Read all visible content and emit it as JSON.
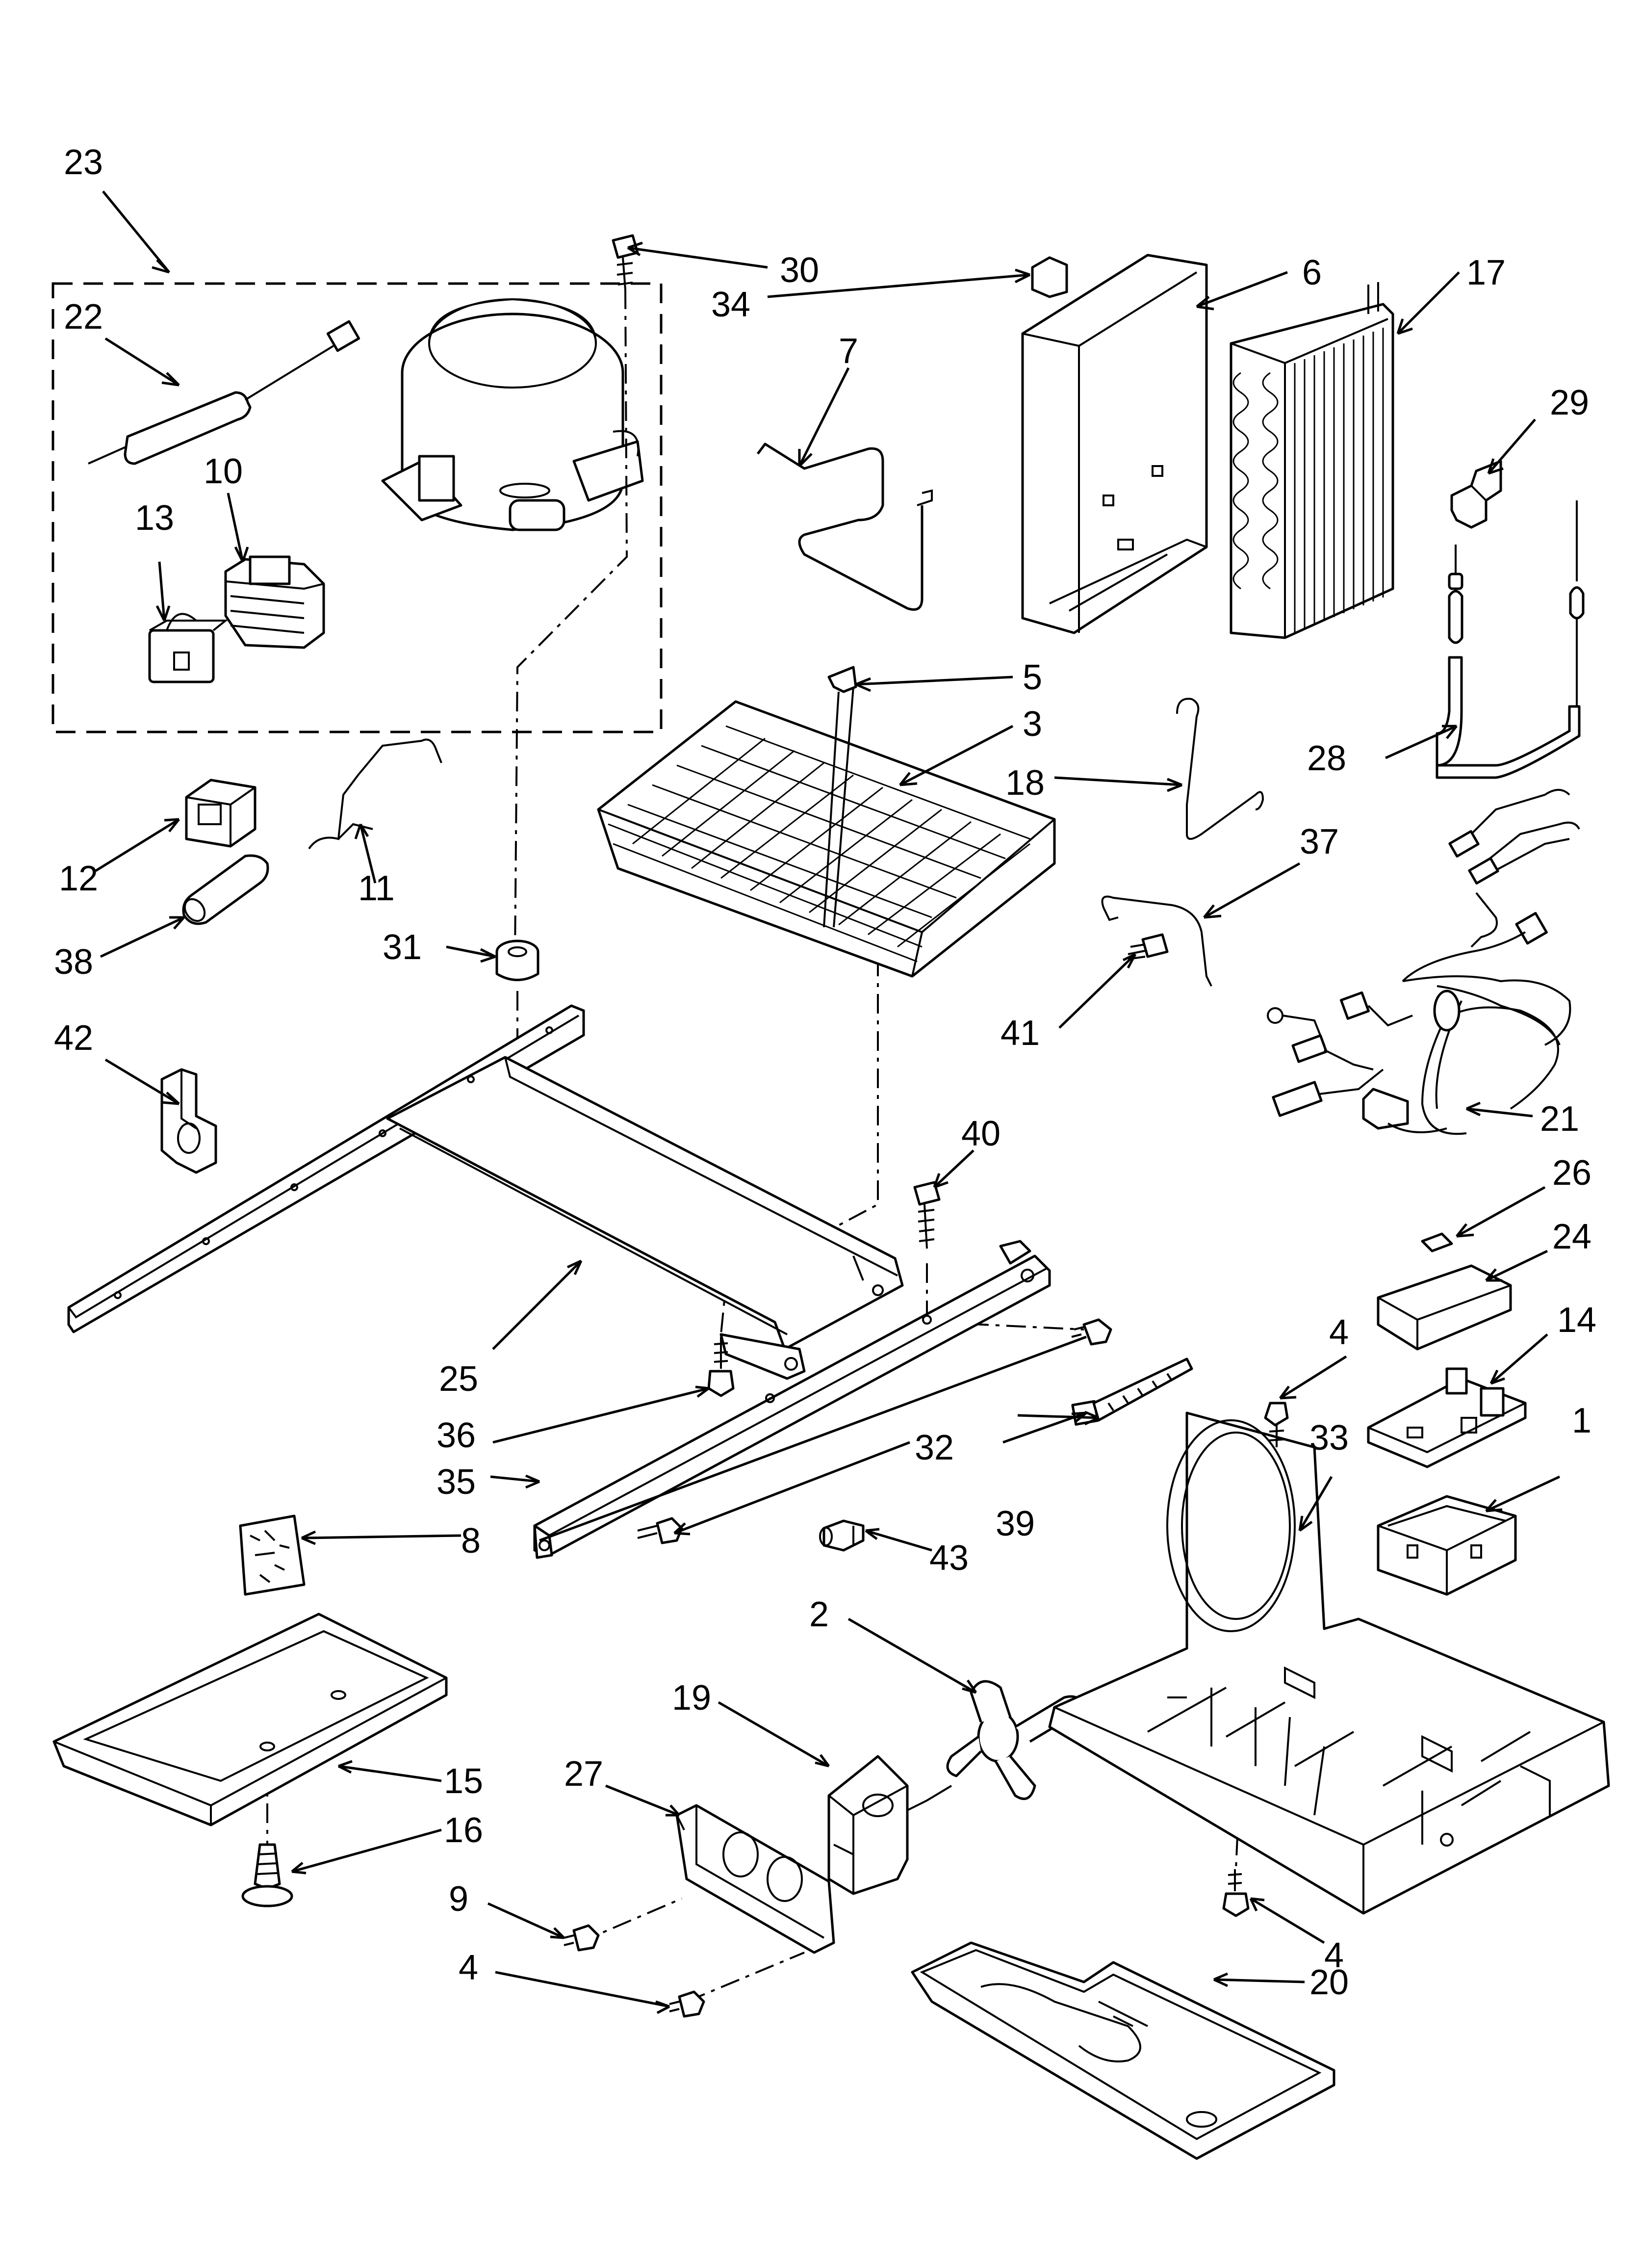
{
  "labels": {
    "l23": "23",
    "l22": "22",
    "l10": "10",
    "l13": "13",
    "l30": "30",
    "l34": "34",
    "l7": "7",
    "l6": "6",
    "l17": "17",
    "l29": "29",
    "l5": "5",
    "l3": "3",
    "l18": "18",
    "l28": "28",
    "l12": "12",
    "l11": "11",
    "l38": "38",
    "l31": "31",
    "l37": "37",
    "l41": "41",
    "l42": "42",
    "l21": "21",
    "l40": "40",
    "l26": "26",
    "l24": "24",
    "l25": "25",
    "l36": "36",
    "l4a": "4",
    "l14": "14",
    "l33": "33",
    "l1": "1",
    "l35": "35",
    "l32": "32",
    "l39": "39",
    "l8": "8",
    "l43": "43",
    "l2": "2",
    "l19": "19",
    "l15": "15",
    "l27": "27",
    "l16": "16",
    "l9": "9",
    "l4b": "4",
    "l4c": "4",
    "l20": "20"
  },
  "parts": {
    "compressor": "compressor-part",
    "evaporator_coil": "evaporator-coil-part",
    "condenser": "condenser-part",
    "harness": "wiring-harness-part",
    "fan_shroud_base": "machine-compartment-base-part",
    "drain_pan": "drain-pan-part"
  }
}
